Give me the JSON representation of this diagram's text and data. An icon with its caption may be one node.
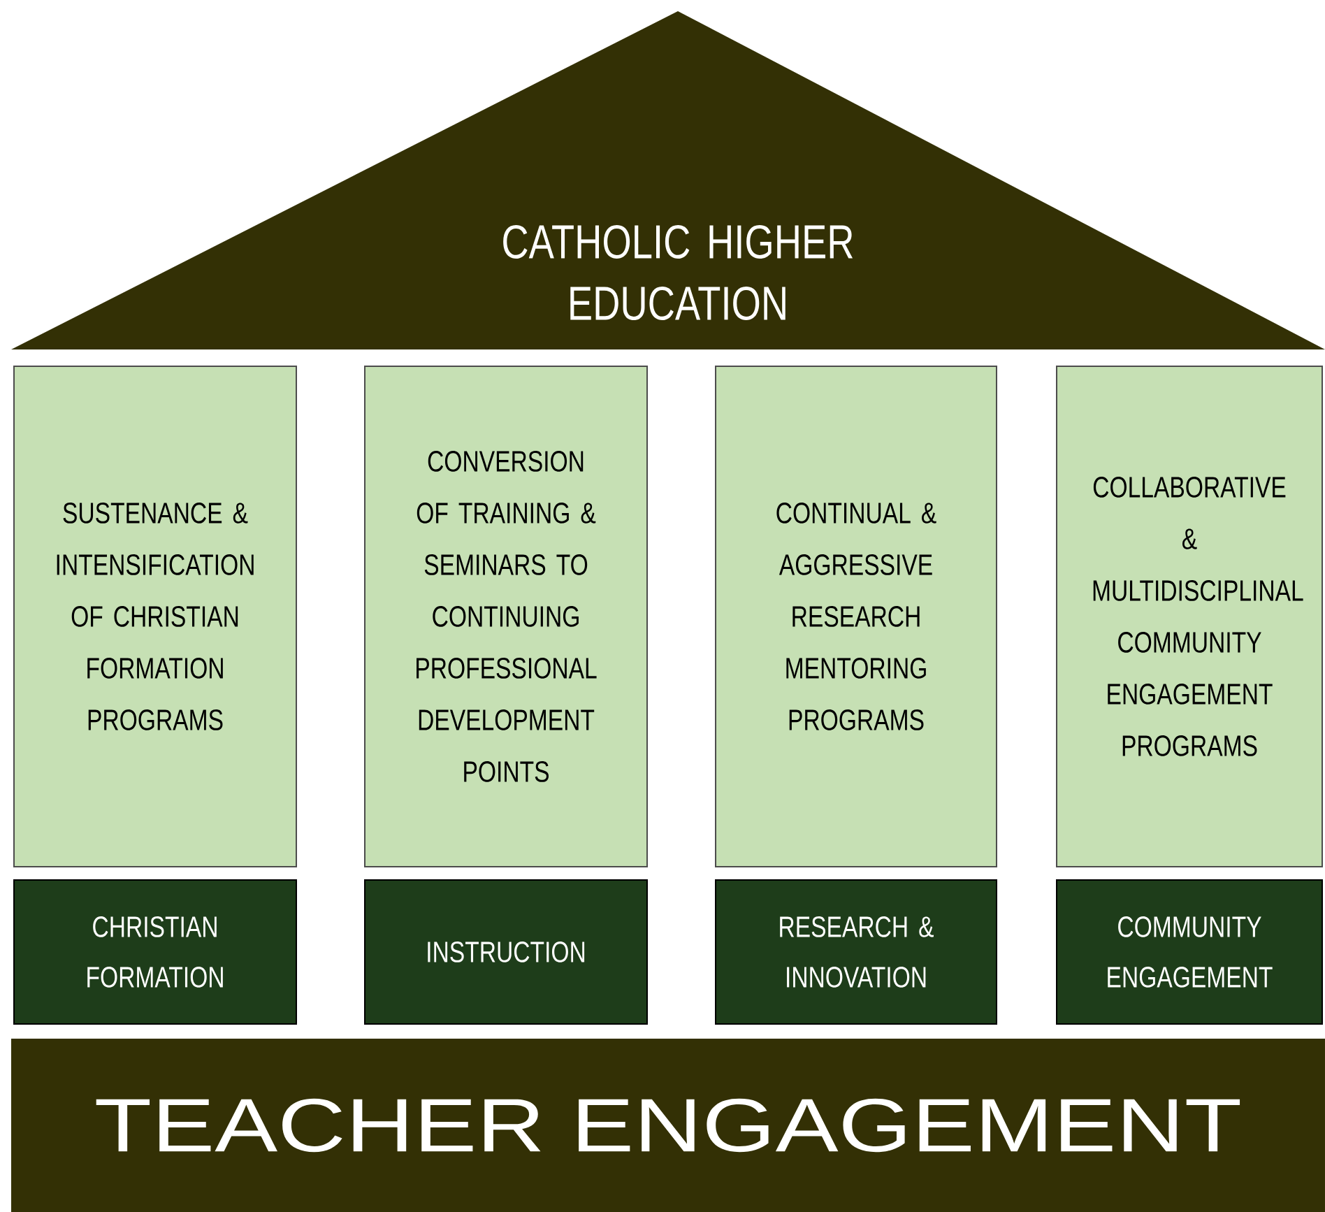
{
  "diagram": {
    "nodes": [
      {
        "text": [
          "CATHOLIC HIGHER EDUCATION"
        ]
      },
      {
        "text": [
          "SUSTENANCE & INTENSIFICATION OF CHRISTIAN FORMATION PROGRAMS"
        ]
      },
      {
        "text": [
          "CONVERSION OF TRAINING & SEMINARS TO CONTINUING PROFESSIONAL DEVELOPMENT POINTS"
        ]
      },
      {
        "text": [
          "CONTINUAL & AGGRESSIVE RESEARCH MENTORING PROGRAMS"
        ]
      },
      {
        "text": [
          "COLLABORATIVE & MULTIDISCIPLINAL COMMUNITY ENGAGEMENT PROGRAMS"
        ]
      },
      {
        "text": [
          "CHRISTIAN FORMATION"
        ]
      },
      {
        "text": [
          "INSTRUCTION"
        ]
      },
      {
        "text": [
          "RESEARCH & INNOVATION"
        ]
      },
      {
        "text": [
          "COMMUNITY ENGAGEMENT"
        ]
      },
      {
        "text": [
          "TEACHER ENGAGEMENT"
        ]
      }
    ]
  }
}
